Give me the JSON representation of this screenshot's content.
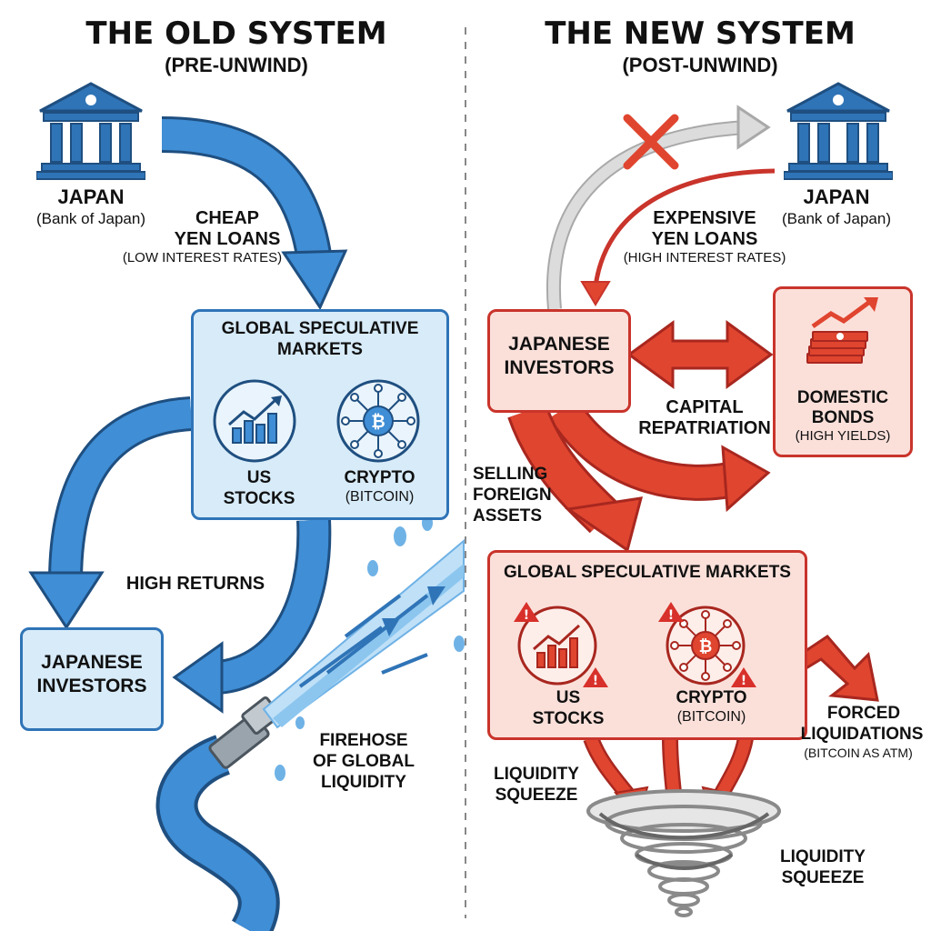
{
  "old_system": {
    "title": "THE OLD SYSTEM",
    "subtitle": "(PRE-UNWIND)",
    "japan_label": "JAPAN",
    "japan_sub": "(Bank of Japan)",
    "loans_line1": "CHEAP",
    "loans_line2": "YEN LOANS",
    "loans_sub": "(LOW INTEREST RATES)",
    "markets_line1": "GLOBAL SPECULATIVE",
    "markets_line2": "MARKETS",
    "stocks_line1": "US",
    "stocks_line2": "STOCKS",
    "crypto_line1": "CRYPTO",
    "crypto_line2": "(BITCOIN)",
    "returns_label": "HIGH RETURNS",
    "investors_line1": "JAPANESE",
    "investors_line2": "INVESTORS",
    "firehose_line1": "FIREHOSE",
    "firehose_line2": "OF GLOBAL",
    "firehose_line3": "LIQUIDITY",
    "colors": {
      "primary": "#2f74b7",
      "fill": "#d7ebf9",
      "light": "#9cc8ee"
    }
  },
  "new_system": {
    "title": "THE NEW SYSTEM",
    "subtitle": "(POST-UNWIND)",
    "japan_label": "JAPAN",
    "japan_sub": "(Bank of Japan)",
    "loans_line1": "EXPENSIVE",
    "loans_line2": "YEN LOANS",
    "loans_sub": "(HIGH INTEREST RATES)",
    "investors_line1": "JAPANESE",
    "investors_line2": "INVESTORS",
    "repatriation_line1": "CAPITAL",
    "repatriation_line2": "REPATRIATION",
    "bonds_line1": "DOMESTIC",
    "bonds_line2": "BONDS",
    "bonds_sub": "(HIGH YIELDS)",
    "selling_line1": "SELLING",
    "selling_line2": "FOREIGN",
    "selling_line3": "ASSETS",
    "markets_title": "GLOBAL SPECULATIVE MARKETS",
    "stocks_line1": "US",
    "stocks_line2": "STOCKS",
    "crypto_line1": "CRYPTO",
    "crypto_line2": "(BITCOIN)",
    "forced_line1": "FORCED",
    "forced_line2": "LIQUIDATIONS",
    "forced_sub": "(BITCOIN AS ATM)",
    "squeeze_left_line1": "LIQUIDITY",
    "squeeze_left_line2": "SQUEEZE",
    "squeeze_right_line1": "LIQUIDITY",
    "squeeze_right_line2": "SQUEEZE",
    "colors": {
      "primary": "#e0452f",
      "fill": "#fbe0da",
      "gray": "#cfcfcf",
      "warning": "#d8302a"
    }
  },
  "icons": {
    "bank": "bank-icon",
    "stocks": "stock-chart-icon",
    "bitcoin": "bitcoin-network-icon",
    "firehose": "hose-icon",
    "cash": "cash-stack-icon",
    "warning": "warning-icon",
    "blocked": "x-mark-icon",
    "vortex": "whirlpool-icon"
  }
}
